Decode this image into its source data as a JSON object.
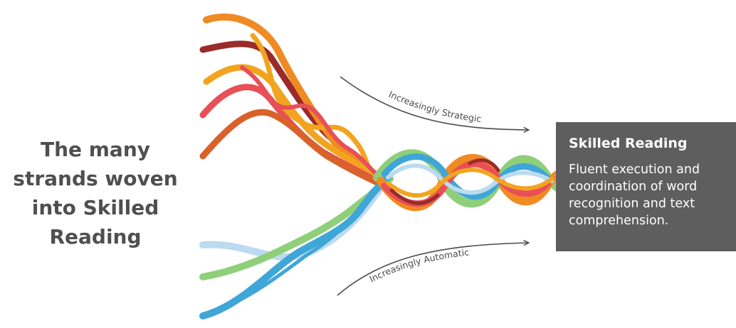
{
  "heading": {
    "lines": [
      "The many",
      "strands woven",
      "into Skilled",
      "Reading"
    ]
  },
  "arrows": {
    "top_label": "Increasingly Strategic",
    "bottom_label": "Increasingly Automatic"
  },
  "outcome_box": {
    "title": "Skilled Reading",
    "description_lines": [
      "Fluent execution and",
      "coordination of word",
      "recognition and text",
      "comprehension."
    ]
  },
  "colors": {
    "heading_text": "#4f4f4f",
    "box_background": "#5e5e5e",
    "arrow": "#4a4a4a",
    "strand_warm": [
      "#f2a41f",
      "#f08a22",
      "#e84f57",
      "#d9622a",
      "#9b2a2a"
    ],
    "strand_cool": [
      "#3fa6d8",
      "#8fcf7a",
      "#bcdaf0"
    ]
  }
}
